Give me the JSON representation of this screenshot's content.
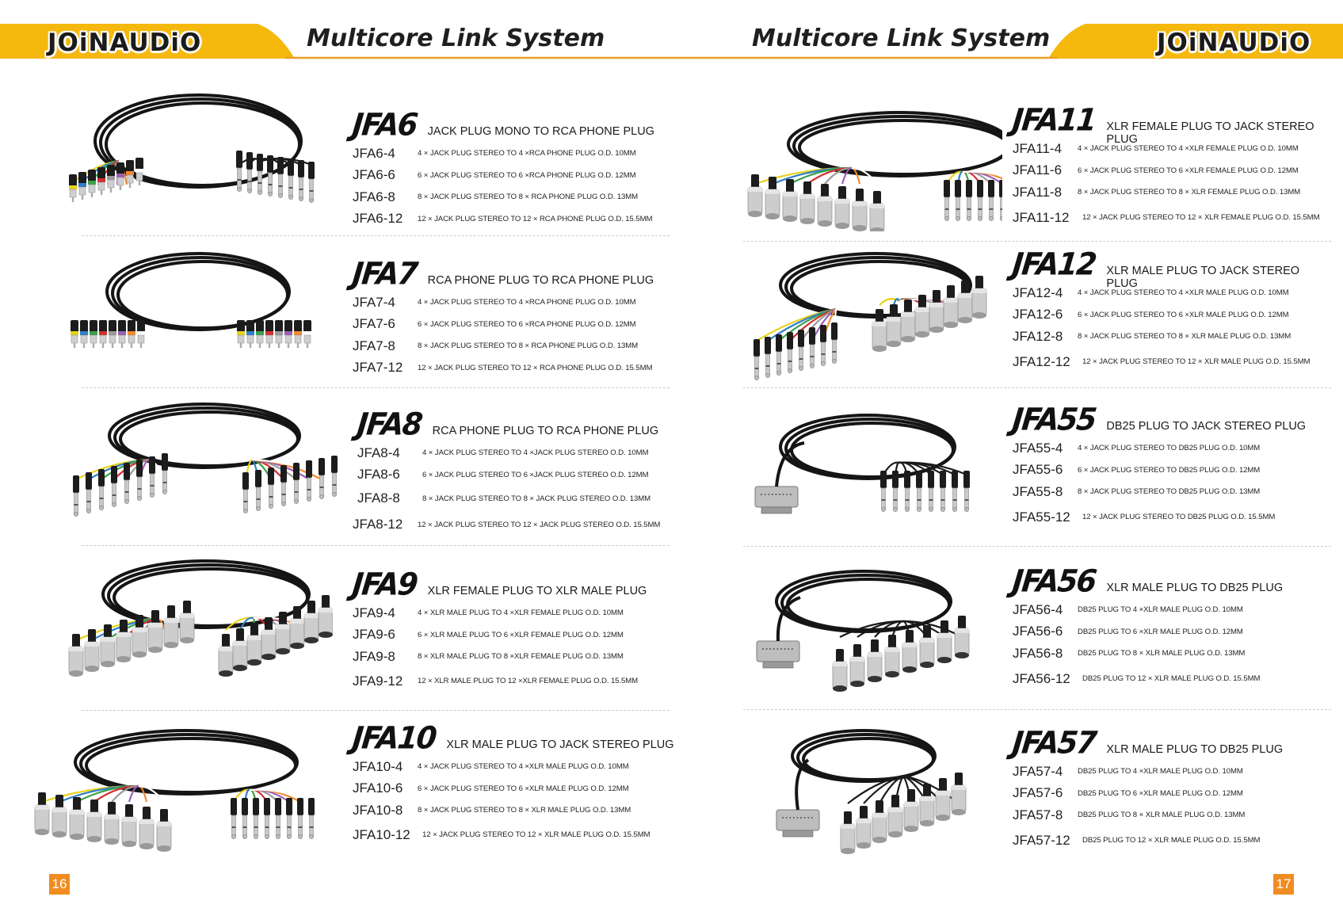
{
  "header": {
    "brand_left": "JOiNAUDiO",
    "brand_right": "JOiNAUDiO",
    "title_left": "Multicore Link System",
    "title_right": "Multicore Link System",
    "accent_color": "#f5b80d",
    "rule_color": "#e8a020"
  },
  "left_page": {
    "page_number": "16",
    "products": [
      {
        "code": "JFA6",
        "description": "JACK PLUG MONO TO RCA PHONE PLUG",
        "variants": [
          {
            "code": "JFA6-4",
            "spec": "4 × JACK PLUG STEREO TO 4 ×RCA PHONE PLUG    O.D. 10MM"
          },
          {
            "code": "JFA6-6",
            "spec": "6 × JACK PLUG STEREO TO 6 ×RCA PHONE PLUG    O.D. 12MM"
          },
          {
            "code": "JFA6-8",
            "spec": "8 × JACK PLUG STEREO TO 8 × RCA PHONE PLUG    O.D. 13MM"
          },
          {
            "code": "JFA6-12",
            "spec": "12 × JACK PLUG STEREO TO 12 × RCA PHONE PLUG    O.D. 15.5MM"
          }
        ]
      },
      {
        "code": "JFA7",
        "description": "RCA PHONE PLUG TO RCA PHONE PLUG",
        "variants": [
          {
            "code": "JFA7-4",
            "spec": "4 × JACK PLUG STEREO TO 4 ×RCA PHONE PLUG    O.D. 10MM"
          },
          {
            "code": "JFA7-6",
            "spec": "6 × JACK PLUG STEREO TO 6 ×RCA PHONE PLUG    O.D. 12MM"
          },
          {
            "code": "JFA7-8",
            "spec": "8 × JACK PLUG STEREO TO 8 × RCA PHONE PLUG    O.D. 13MM"
          },
          {
            "code": "JFA7-12",
            "spec": "12 × JACK PLUG STEREO TO 12 × RCA PHONE PLUG    O.D. 15.5MM"
          }
        ]
      },
      {
        "code": "JFA8",
        "description": "RCA PHONE PLUG TO RCA PHONE PLUG",
        "variants": [
          {
            "code": "JFA8-4",
            "spec": "4 × JACK PLUG STEREO TO 4 ×JACK PLUG STEREO    O.D. 10MM"
          },
          {
            "code": "JFA8-6",
            "spec": "6 × JACK PLUG STEREO TO 6 ×JACK PLUG STEREO    O.D. 12MM"
          },
          {
            "code": "JFA8-8",
            "spec": "8 × JACK PLUG STEREO TO 8 × JACK PLUG STEREO    O.D. 13MM"
          },
          {
            "code": "JFA8-12",
            "spec": "12 × JACK PLUG STEREO TO 12 × JACK PLUG STEREO    O.D. 15.5MM"
          }
        ]
      },
      {
        "code": "JFA9",
        "description": "XLR FEMALE PLUG TO XLR MALE PLUG",
        "variants": [
          {
            "code": "JFA9-4",
            "spec": "4 × XLR MALE PLUG TO 4 ×XLR FEMALE PLUG    O.D. 10MM"
          },
          {
            "code": "JFA9-6",
            "spec": "6 × XLR MALE PLUG TO 6 ×XLR FEMALE PLUG    O.D. 12MM"
          },
          {
            "code": "JFA9-8",
            "spec": "8 × XLR MALE PLUG TO 8 ×XLR FEMALE PLUG    O.D. 13MM"
          },
          {
            "code": "JFA9-12",
            "spec": "12 × XLR MALE PLUG TO 12 ×XLR FEMALE PLUG    O.D. 15.5MM"
          }
        ]
      },
      {
        "code": "JFA10",
        "description": "XLR MALE PLUG TO JACK STEREO PLUG",
        "variants": [
          {
            "code": "JFA10-4",
            "spec": "4 × JACK PLUG STEREO TO 4 ×XLR MALE PLUG    O.D. 10MM"
          },
          {
            "code": "JFA10-6",
            "spec": "6 × JACK PLUG STEREO TO 6 ×XLR MALE PLUG    O.D. 12MM"
          },
          {
            "code": "JFA10-8",
            "spec": "8 × JACK PLUG STEREO TO 8 × XLR MALE PLUG    O.D. 13MM"
          },
          {
            "code": "JFA10-12",
            "spec": "12 × JACK PLUG STEREO TO 12 × XLR MALE PLUG    O.D. 15.5MM"
          }
        ]
      }
    ]
  },
  "right_page": {
    "page_number": "17",
    "products": [
      {
        "code": "JFA11",
        "description": "XLR FEMALE PLUG TO JACK STEREO PLUG",
        "variants": [
          {
            "code": "JFA11-4",
            "spec": "4 × JACK PLUG STEREO TO 4 ×XLR FEMALE PLUG    O.D. 10MM"
          },
          {
            "code": "JFA11-6",
            "spec": "6 × JACK PLUG STEREO TO 6 ×XLR FEMALE PLUG    O.D. 12MM"
          },
          {
            "code": "JFA11-8",
            "spec": "8 × JACK PLUG STEREO TO 8 × XLR FEMALE PLUG    O.D. 13MM"
          },
          {
            "code": "JFA11-12",
            "spec": "12 × JACK PLUG STEREO TO 12 × XLR FEMALE PLUG    O.D. 15.5MM"
          }
        ]
      },
      {
        "code": "JFA12",
        "description": "XLR MALE PLUG TO JACK STEREO PLUG",
        "variants": [
          {
            "code": "JFA12-4",
            "spec": "4 × JACK PLUG STEREO TO 4 ×XLR MALE PLUG    O.D. 10MM"
          },
          {
            "code": "JFA12-6",
            "spec": "6 × JACK PLUG STEREO TO 6 ×XLR MALE PLUG    O.D. 12MM"
          },
          {
            "code": "JFA12-8",
            "spec": "8 × JACK PLUG STEREO TO 8 × XLR MALE PLUG    O.D. 13MM"
          },
          {
            "code": "JFA12-12",
            "spec": "12 × JACK PLUG STEREO TO 12 × XLR MALE PLUG    O.D. 15.5MM"
          }
        ]
      },
      {
        "code": "JFA55",
        "description": "DB25 PLUG TO JACK STEREO PLUG",
        "variants": [
          {
            "code": "JFA55-4",
            "spec": "4 × JACK PLUG STEREO TO DB25 PLUG    O.D. 10MM"
          },
          {
            "code": "JFA55-6",
            "spec": "6 × JACK PLUG STEREO TO DB25 PLUG    O.D. 12MM"
          },
          {
            "code": "JFA55-8",
            "spec": "8 × JACK PLUG STEREO TO DB25 PLUG    O.D. 13MM"
          },
          {
            "code": "JFA55-12",
            "spec": "12 × JACK PLUG STEREO TO DB25 PLUG    O.D. 15.5MM"
          }
        ]
      },
      {
        "code": "JFA56",
        "description": "XLR MALE PLUG TO DB25 PLUG",
        "variants": [
          {
            "code": "JFA56-4",
            "spec": "DB25 PLUG TO 4 ×XLR MALE PLUG    O.D. 10MM"
          },
          {
            "code": "JFA56-6",
            "spec": "DB25 PLUG TO 6 ×XLR MALE PLUG    O.D. 12MM"
          },
          {
            "code": "JFA56-8",
            "spec": "DB25 PLUG TO 8 × XLR MALE PLUG    O.D. 13MM"
          },
          {
            "code": "JFA56-12",
            "spec": "DB25 PLUG TO 12 × XLR MALE PLUG    O.D. 15.5MM"
          }
        ]
      },
      {
        "code": "JFA57",
        "description": "XLR MALE PLUG TO DB25 PLUG",
        "variants": [
          {
            "code": "JFA57-4",
            "spec": "DB25 PLUG TO 4 ×XLR MALE PLUG    O.D. 10MM"
          },
          {
            "code": "JFA57-6",
            "spec": "DB25 PLUG TO 6 ×XLR MALE PLUG    O.D. 12MM"
          },
          {
            "code": "JFA57-8",
            "spec": "DB25 PLUG TO 8 × XLR MALE PLUG    O.D. 13MM"
          },
          {
            "code": "JFA57-12",
            "spec": "DB25 PLUG TO 12 × XLR MALE PLUG    O.D. 15.5MM"
          }
        ]
      }
    ]
  },
  "connector_colors": [
    "#e8d21c",
    "#2f7ec9",
    "#3aa14a",
    "#d42f2f",
    "#9a9a9a",
    "#9b5fb5",
    "#f28a2e",
    "#ffffff"
  ]
}
